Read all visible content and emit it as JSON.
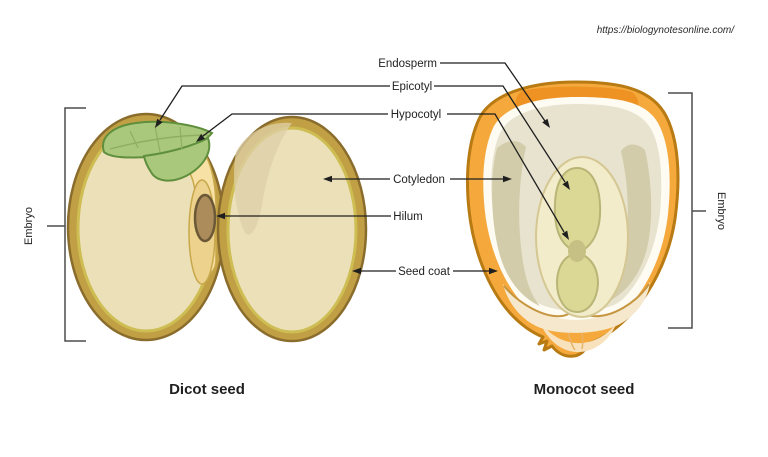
{
  "source": {
    "url": "https://biologynotesonline.com/"
  },
  "diagram": {
    "titles": {
      "dicot": "Dicot seed",
      "monocot": "Monocot seed"
    },
    "labels": {
      "endosperm": "Endosperm",
      "epicotyl": "Epicotyl",
      "hypocotyl": "Hypocotyl",
      "cotyledon": "Cotyledon",
      "hilum": "Hilum",
      "seed_coat": "Seed coat",
      "embryo_left": "Embryo",
      "embryo_right": "Embryo"
    }
  },
  "palette": {
    "seed_coat_gold": "#c1a045",
    "seed_outline": "#8a6c2c",
    "cotyledon_beige": "#ece0b9",
    "cotyledon_shade": "#ddd0a8",
    "hypocotyl_yellow": "#f7e1a4",
    "funiculus_yellow": "#ecd28c",
    "leaf_green": "#a9c87b",
    "hilum_brown": "#ab8c5a",
    "monocot_orange": "#f5a93c",
    "monocot_cap_orange": "#ee9223",
    "monocot_white_ring": "#fdfbf2",
    "endosperm_pale": "#e8e3cf",
    "endosperm_shade": "#d2ccaa",
    "scutellum_cream": "#f2ecca",
    "embryo_olive": "#dbd795",
    "tip_peach": "#f8e2bd"
  }
}
